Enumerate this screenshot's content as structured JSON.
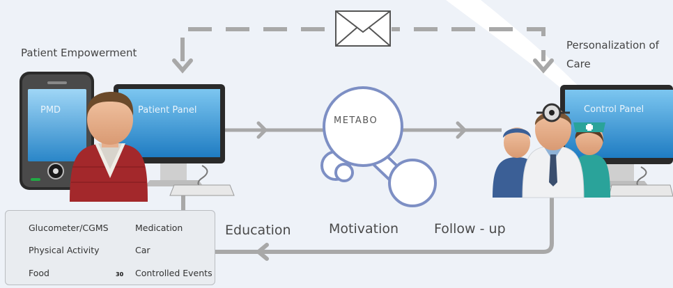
{
  "labels": {
    "patient_empowerment": "Patient Empowerment",
    "personalization_line1": "Personalization of",
    "personalization_line2": "Care",
    "pmd": "PMD",
    "patient_panel": "Patient Panel",
    "control_panel": "Control Panel",
    "metabo": "METABO",
    "education": "Education",
    "motivation": "Motivation",
    "follow_up": "Follow - up"
  },
  "legend": {
    "glucometer": "Glucometer/CGMS",
    "medication": "Medication",
    "physical_activity": "Physical Activity",
    "car": "Car",
    "food": "Food",
    "controlled_events": "Controlled Events",
    "calendar_number": "30"
  },
  "colors": {
    "background": "#eef2f8",
    "flow_gray": "#a8a8a8",
    "metabo_blue": "#7d8fc4",
    "screen_blue": "#3d9bd6",
    "shirt_red": "#a3282b",
    "glucometer_red": "#b01e24",
    "medication_blue": "#3a8fd6",
    "activity_green": "#1aa34a",
    "food_orange": "#f08a1e"
  },
  "icons": [
    "envelope-icon",
    "drop-icon",
    "syringe-icon",
    "runner-icon",
    "car-icon",
    "fork-knife-icon",
    "calendar-icon",
    "magnifier-icon"
  ]
}
